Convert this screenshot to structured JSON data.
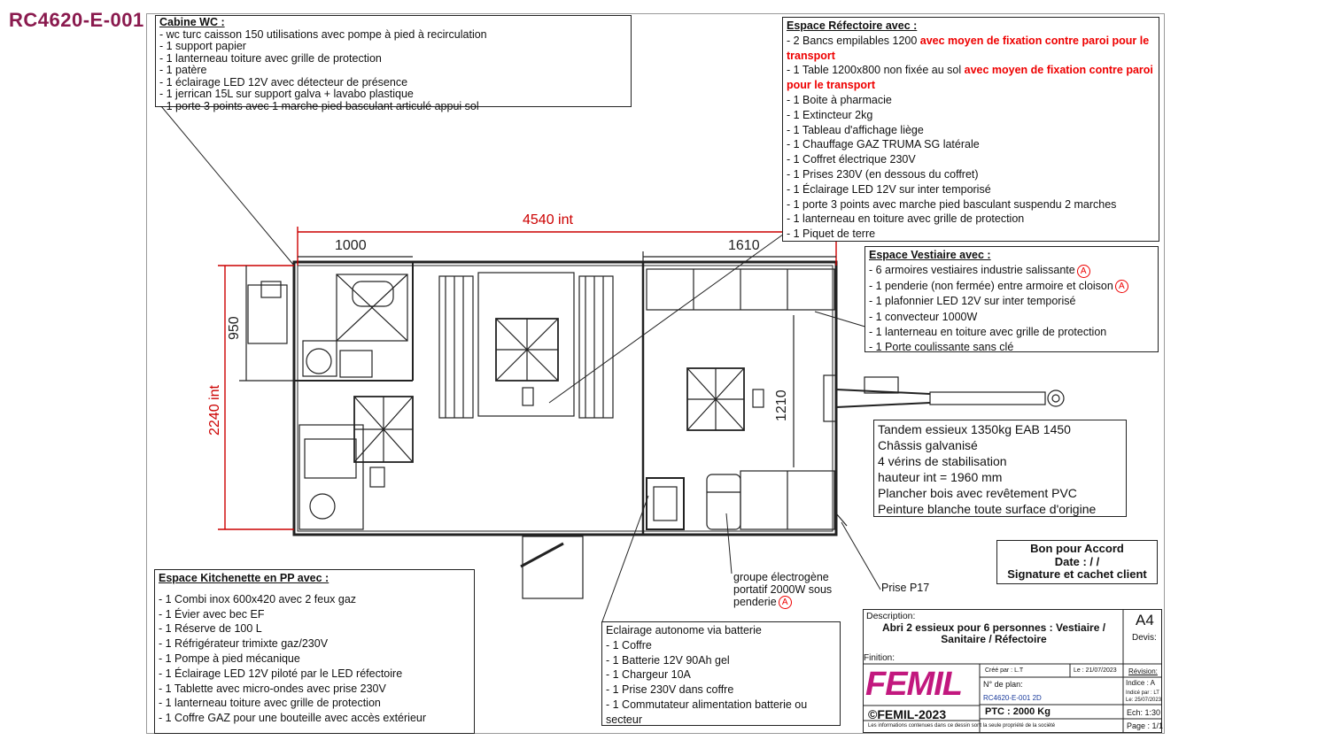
{
  "doc_id": "RC4620-E-001",
  "cabine_wc": {
    "title": "Cabine WC :",
    "items": [
      "- wc turc caisson 150 utilisations avec pompe à pied à recirculation",
      "- 1 support papier",
      "- 1 lanterneau toiture avec grille de protection",
      "- 1 patère",
      "- 1 éclairage LED 12V avec détecteur de présence",
      "- 1 jerrican 15L sur support galva + lavabo plastique",
      "- 1 porte 3 points avec 1 marche pied basculant articulé appui sol"
    ]
  },
  "refectoire": {
    "title": "Espace Réfectoire avec :",
    "line1a": "- 2 Bancs empilables 1200 ",
    "line1b": "avec moyen de fixation contre paroi pour le transport",
    "line2a": "- 1 Table 1200x800 non fixée au sol ",
    "line2b": "avec moyen de fixation contre paroi pour le transport",
    "items": [
      "- 1 Boite à pharmacie",
      "- 1 Extincteur 2kg",
      "- 1 Tableau d'affichage liège",
      "- 1 Chauffage GAZ TRUMA SG latérale",
      "- 1 Coffret électrique 230V",
      "- 1 Prises 230V (en dessous du coffret)",
      "- 1 Éclairage LED 12V sur inter temporisé",
      "- 1 porte 3 points avec marche pied basculant suspendu 2 marches",
      "- 1 lanterneau en toiture avec grille de protection",
      "- 1 Piquet de terre"
    ]
  },
  "vestiaire": {
    "title": "Espace Vestiaire avec :",
    "item1": "- 6 armoires vestiaires industrie salissante",
    "item2": "- 1 penderie (non fermée) entre armoire et cloison",
    "items": [
      "- 1 plafonnier LED 12V sur inter temporisé",
      "- 1 convecteur 1000W",
      "- 1 lanterneau en toiture avec grille de protection",
      "- 1 Porte coulissante sans clé"
    ],
    "marker": "A"
  },
  "specs": [
    "Tandem essieux 1350kg  EAB 1450",
    "Châssis galvanisé",
    "4 vérins de stabilisation",
    "hauteur int = 1960 mm",
    "Plancher bois avec revêtement PVC",
    "Peinture blanche toute surface d'origine"
  ],
  "accord": {
    "line1": "Bon pour Accord",
    "line2": "Date :   /   /",
    "line3": "Signature et cachet client"
  },
  "kitchenette": {
    "title": "Espace Kitchenette en PP avec :",
    "items": [
      "- 1 Combi inox 600x420 avec 2 feux gaz",
      "- 1 Évier avec bec EF",
      "- 1 Réserve de 100 L",
      "- 1 Réfrigérateur trimixte gaz/230V",
      "- 1 Pompe à pied mécanique",
      "- 1 Éclairage LED 12V piloté par le LED réfectoire",
      "- 1 Tablette avec micro-ondes  avec prise 230V",
      "- 1 lanterneau toiture avec grille de protection",
      "- 1 Coffre GAZ pour une bouteille avec accès extérieur"
    ]
  },
  "eclairage": {
    "title": "Eclairage autonome via batterie",
    "items": [
      "- 1 Coffre",
      "- 1 Batterie 12V 90Ah gel",
      "- 1 Chargeur 10A",
      "- 1 Prise 230V dans coffre",
      "- 1 Commutateur alimentation batterie ou secteur"
    ]
  },
  "groupe_note": [
    "groupe électrogène",
    "portatif 2000W sous",
    "penderie"
  ],
  "prise_note": "Prise P17",
  "dims": {
    "total": "4540 int",
    "left": "1000",
    "right": "1610",
    "height": "2240 int",
    "wc": "950",
    "vest": "1210"
  },
  "title_block": {
    "desc_label": "Description:",
    "desc_1": "Abri 2 essieux pour 6 personnes : Vestiaire /",
    "desc_2": "Sanitaire / Réfectoire",
    "format": "A4",
    "devis": "Devis:",
    "finition": "Finition:",
    "brand": "FEMIL",
    "copyright": "©FEMIL-2023",
    "cree": "Créé par : L.T",
    "date": "Le : 21/07/2023",
    "revision": "Révision:",
    "plan_label": "N° de plan:",
    "plan_no": "RC4620-E-001 2D",
    "indice": "Indice : A",
    "indice_par": "Indicé par : LT",
    "indice_date": "Le: 25/07/2023",
    "ptc": "PTC : 2000 Kg",
    "echelle": "Ech: 1:30",
    "page": "Page : 1/1",
    "legal": "Les informations contenues dans ce dessin sont la seule propriété de la société"
  }
}
